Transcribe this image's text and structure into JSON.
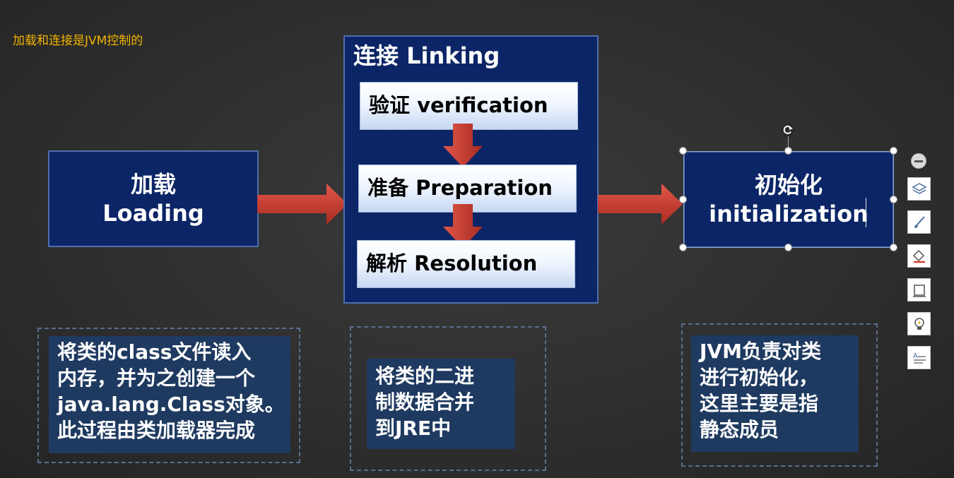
{
  "slide": {
    "note": "加载和连接是JVM控制的",
    "loading": {
      "line1": "加载",
      "line2": "Loading"
    },
    "linking": {
      "title": "连接 Linking",
      "steps": [
        {
          "label": "验证 verification"
        },
        {
          "label": "准备 Preparation"
        },
        {
          "label": "解析 Resolution"
        }
      ]
    },
    "initialization": {
      "line1": "初始化",
      "line2": "initialization"
    },
    "descriptions": {
      "loading": [
        "将类的class文件读入",
        "内存，并为之创建一个",
        "java.lang.Class对象。",
        "此过程由类加载器完成"
      ],
      "linking": [
        "将类的二进",
        "制数据合并",
        "到JRE中"
      ],
      "initialization": [
        "JVM负责对类",
        "进行初始化，",
        "这里主要是指",
        "静态成员"
      ]
    }
  },
  "toolbar": {
    "buttons": [
      {
        "icon": "collapse-minus-icon"
      },
      {
        "icon": "layers-icon"
      },
      {
        "icon": "brush-icon"
      },
      {
        "icon": "shape-fill-icon"
      },
      {
        "icon": "frame-icon"
      },
      {
        "icon": "lightbulb-icon"
      },
      {
        "icon": "text-format-icon"
      }
    ]
  },
  "colors": {
    "note": "#f0b400",
    "navy": "#0b2566",
    "arrow": "#c9392c",
    "description_bg": "#1f3a60"
  }
}
